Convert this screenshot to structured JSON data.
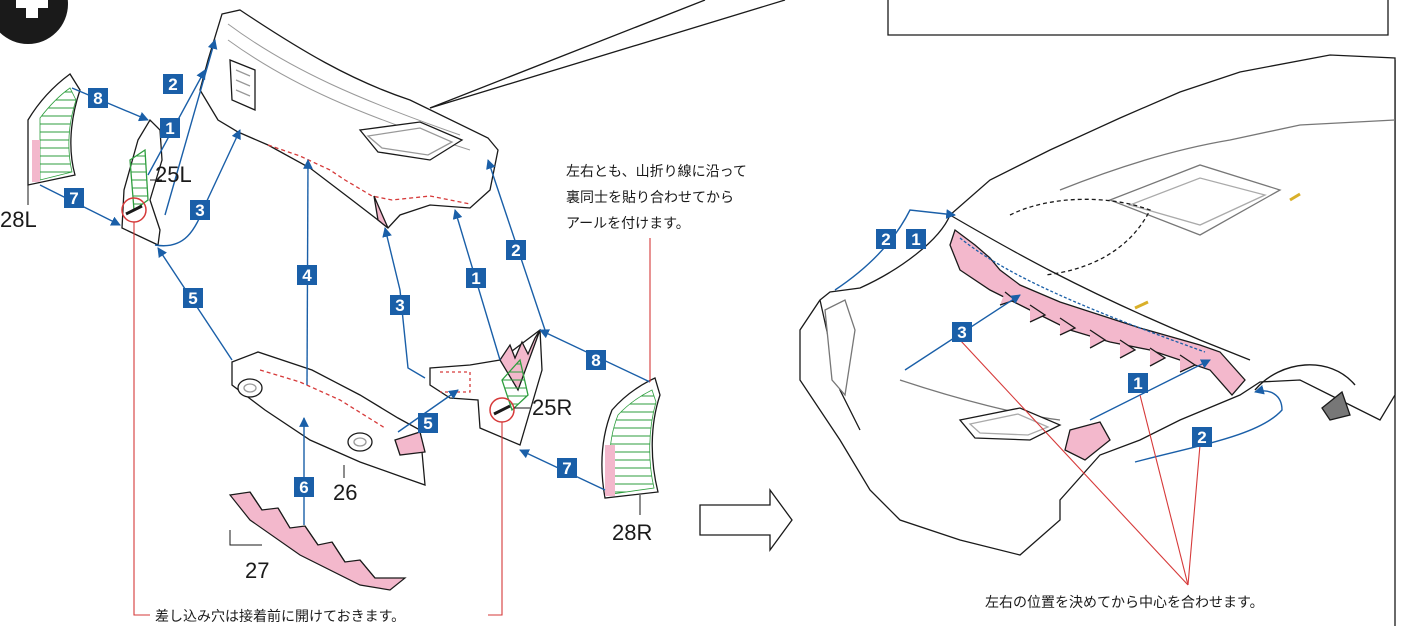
{
  "step": {
    "icon": "plus-icon"
  },
  "colors": {
    "blue": "#1a5fa8",
    "red": "#d63a3a",
    "pink": "#f3b8cc",
    "green": "#2e9e3e",
    "black": "#1a1a1a"
  },
  "parts": {
    "p25L": "25L",
    "p25R": "25R",
    "p26": "26",
    "p27": "27",
    "p28L": "28L",
    "p28R": "28R"
  },
  "notes": {
    "mountain_fold": [
      "左右とも、山折り線に沿って",
      "裏同士を貼り合わせてから",
      "アールを付けます。"
    ],
    "insert_holes": "差し込み穴は接着前に開けておきます。",
    "position_first": "左右の位置を決めてから中心を合わせます。"
  },
  "steps": {
    "s1": "1",
    "s2": "2",
    "s3": "3",
    "s4": "4",
    "s5": "5",
    "s6": "6",
    "s7": "7",
    "s8": "8"
  }
}
